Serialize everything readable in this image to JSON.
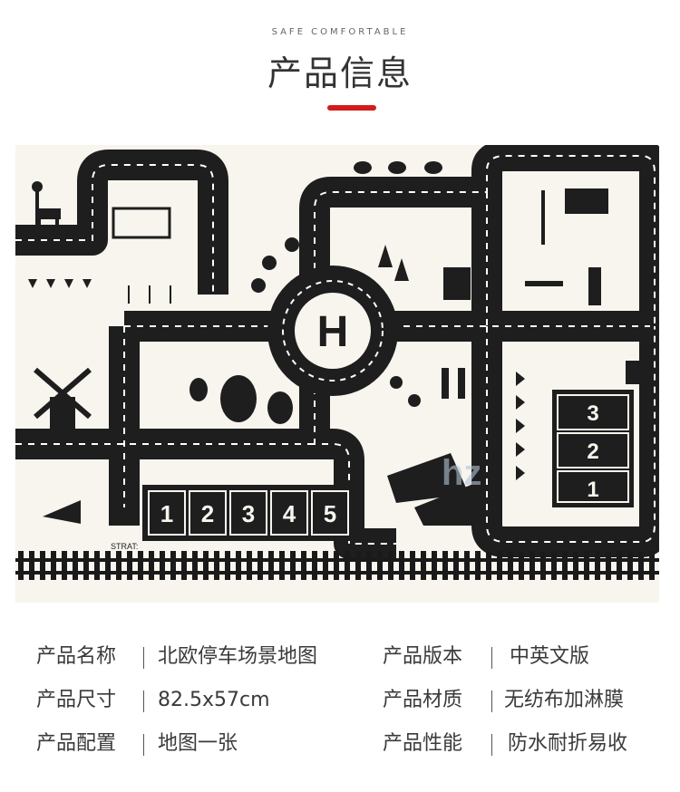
{
  "header": {
    "tagline": "SAFE COMFORTABLE",
    "title": "产品信息",
    "accent_color": "#d21c1c"
  },
  "map": {
    "start_label": "STRAT:",
    "helipad_letter": "H",
    "bottom_hopscotch": [
      "1",
      "2",
      "3",
      "4",
      "5"
    ],
    "side_hopscotch": [
      "3",
      "2",
      "1"
    ],
    "watermark": "hz"
  },
  "specs": [
    {
      "label": "产品名称",
      "value": "北欧停车场景地图"
    },
    {
      "label": "产品版本",
      "value": "中英文版"
    },
    {
      "label": "产品尺寸",
      "value": "82.5x57cm"
    },
    {
      "label": "产品材质",
      "value": "无纺布加淋膜"
    },
    {
      "label": "产品配置",
      "value": "地图一张"
    },
    {
      "label": "产品性能",
      "value": "防水耐折易收"
    }
  ]
}
